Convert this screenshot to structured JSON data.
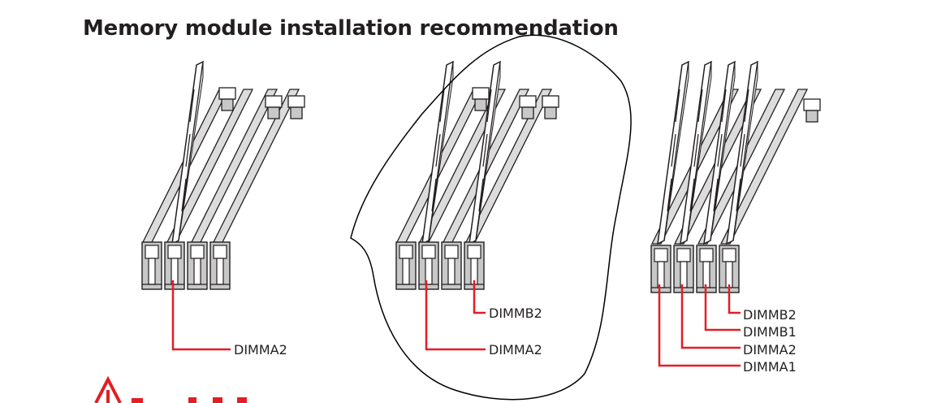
{
  "title": "Memory module installation recommendation",
  "configs": [
    {
      "labels": [
        "DIMMA2"
      ]
    },
    {
      "labels": [
        "DIMMB2",
        "DIMMA2"
      ]
    },
    {
      "labels": [
        "DIMMB2",
        "DIMMB1",
        "DIMMA2",
        "DIMMA1"
      ]
    }
  ],
  "colors": {
    "accent": "#e31e24",
    "line": "#231f20",
    "fill": "#ffffff"
  },
  "icons": [
    "warning-icon"
  ]
}
